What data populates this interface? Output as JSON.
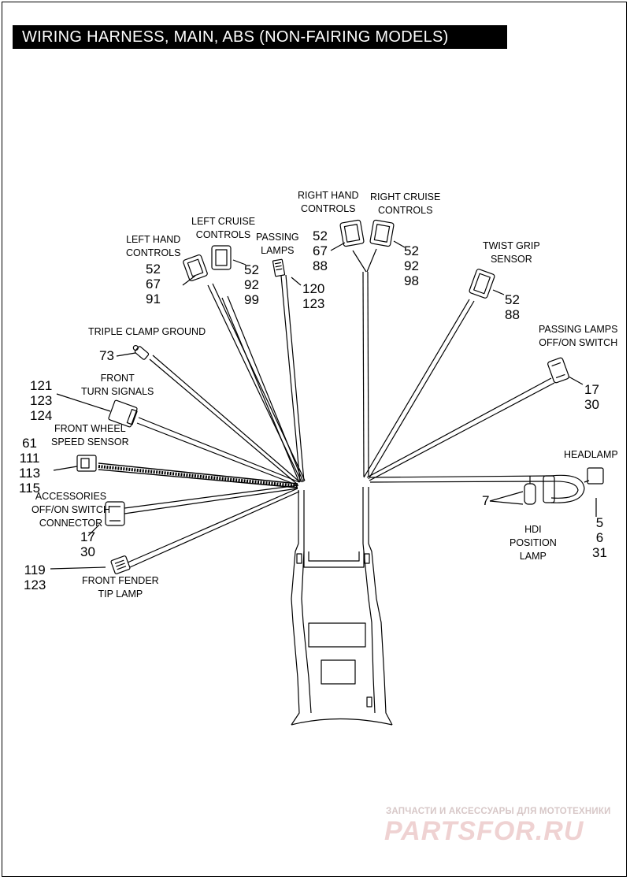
{
  "title": "WIRING HARNESS, MAIN, ABS (NON-FAIRING MODELS)",
  "callouts": {
    "left_hand_controls": {
      "label": "LEFT HAND\nCONTROLS",
      "numbers": "52\n67\n91"
    },
    "left_cruise_controls": {
      "label": "LEFT CRUISE\nCONTROLS",
      "numbers": "52\n92\n99"
    },
    "passing_lamps": {
      "label": "PASSING\nLAMPS",
      "numbers": "120\n123"
    },
    "right_hand_controls": {
      "label": "RIGHT HAND\nCONTROLS",
      "numbers": "52\n67\n88"
    },
    "right_cruise_controls": {
      "label": "RIGHT CRUISE\nCONTROLS",
      "numbers": "52\n92\n98"
    },
    "twist_grip_sensor": {
      "label": "TWIST GRIP\nSENSOR",
      "numbers": "52\n88"
    },
    "triple_clamp_ground": {
      "label": "TRIPLE CLAMP GROUND",
      "numbers": "73"
    },
    "passing_lamps_switch": {
      "label": "PASSING LAMPS\nOFF/ON SWITCH",
      "numbers": "17\n30"
    },
    "front_turn_signals": {
      "label": "FRONT\nTURN SIGNALS",
      "numbers": "121\n123\n124"
    },
    "front_wheel_speed_sensor": {
      "label": "FRONT WHEEL\nSPEED SENSOR",
      "numbers": "61\n111\n113\n115"
    },
    "headlamp": {
      "label": "HEADLAMP",
      "numbers": "5\n6\n31"
    },
    "accessories_switch": {
      "label": "ACCESSORIES\nOFF/ON SWITCH\nCONNECTOR",
      "numbers": "17\n30"
    },
    "hdi_position_lamp": {
      "label": "HDI\nPOSITION\nLAMP",
      "numbers": "7"
    },
    "front_fender_tip_lamp": {
      "label": "FRONT FENDER\nTIP LAMP",
      "numbers": "119\n123"
    }
  },
  "watermark": {
    "tagline": "ЗАПЧАСТИ И АКСЕССУАРЫ ДЛЯ МОТОТЕХНИКИ",
    "brand": "PARTSFOR.RU",
    "color": "#e8b4b4"
  }
}
